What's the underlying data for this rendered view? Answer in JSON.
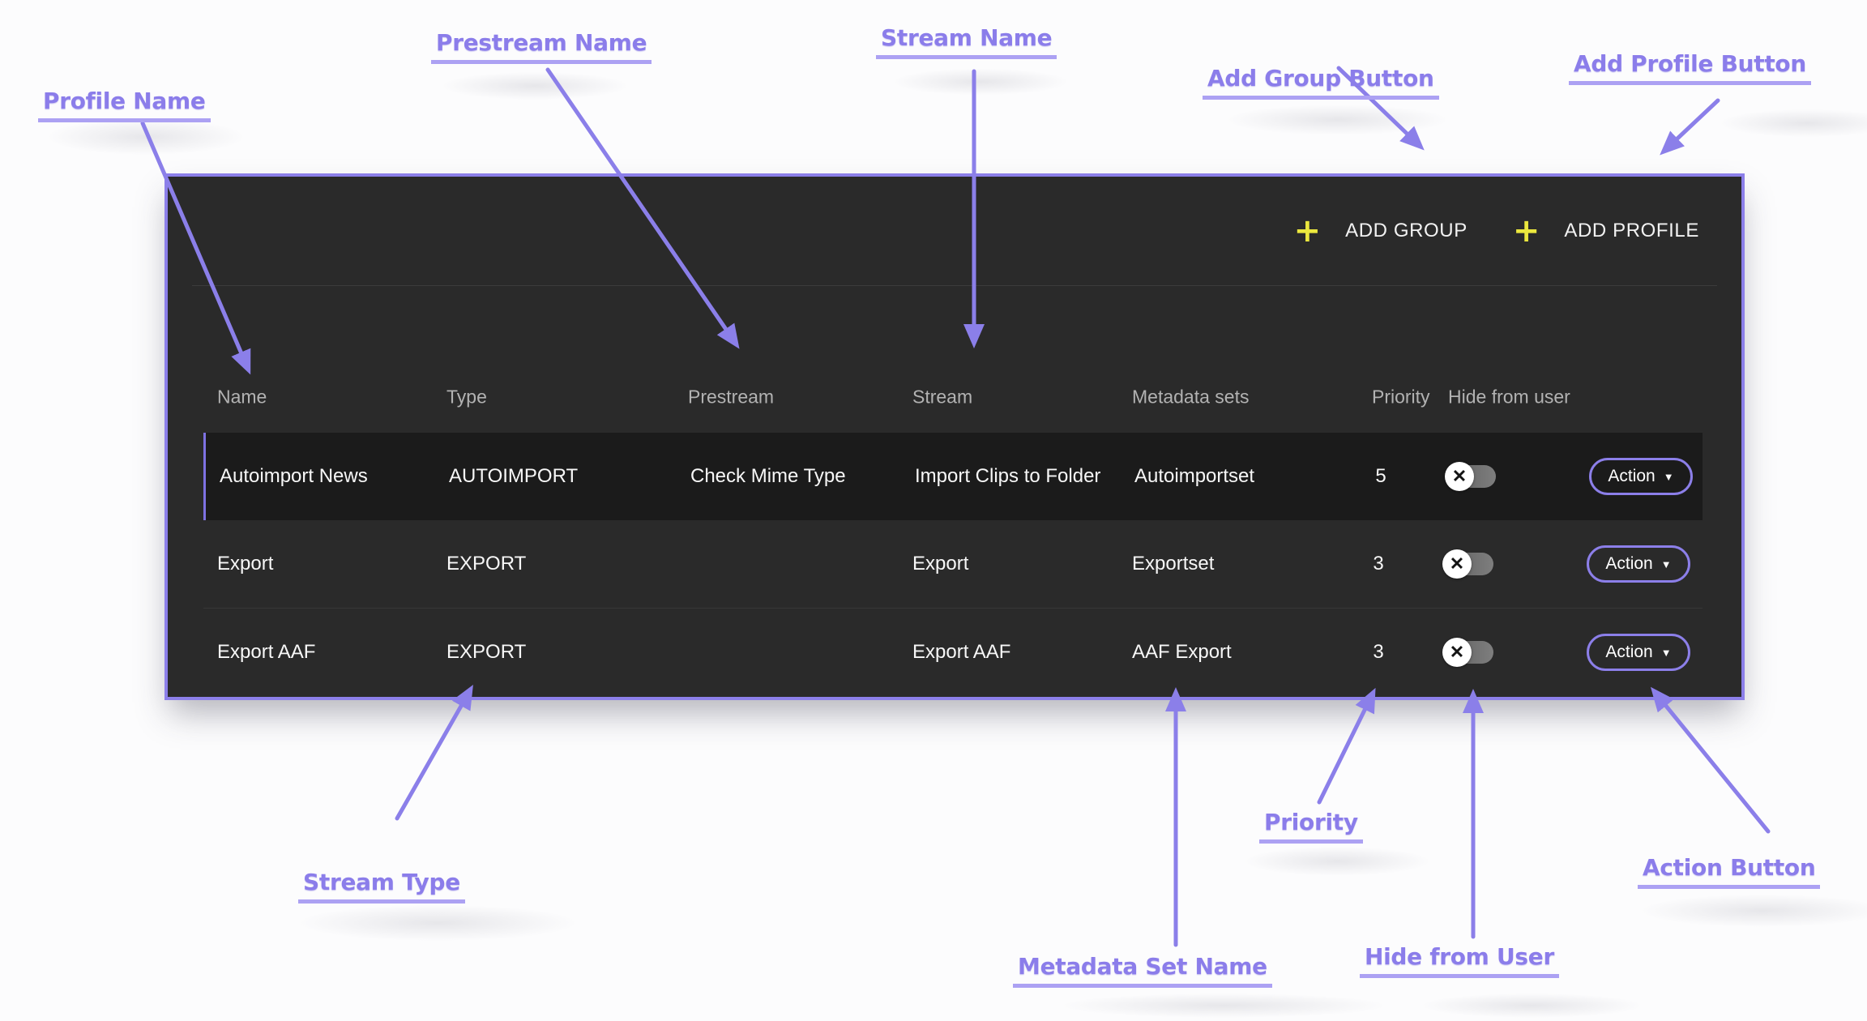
{
  "annotations": {
    "profile_name": "Profile Name",
    "prestream_name": "Prestream Name",
    "stream_name": "Stream Name",
    "add_group": "Add Group Button",
    "add_profile": "Add Profile Button",
    "stream_type": "Stream Type",
    "priority": "Priority",
    "metadata_set": "Metadata Set Name",
    "hide_from_user": "Hide from User",
    "action_button": "Action Button"
  },
  "toolbar": {
    "add_group_label": "ADD GROUP",
    "add_profile_label": "ADD PROFILE"
  },
  "icons": {
    "plus_icon": "+",
    "caret_down_icon": "▼",
    "toggle_x_icon": "✕"
  },
  "table": {
    "headers": {
      "name": "Name",
      "type": "Type",
      "prestream": "Prestream",
      "stream": "Stream",
      "metadata_sets": "Metadata sets",
      "priority": "Priority",
      "hide_from_user": "Hide from user"
    },
    "action_label": "Action",
    "rows": [
      {
        "name": "Autoimport News",
        "type": "AUTOIMPORT",
        "prestream": "Check Mime Type",
        "stream": "Import Clips to Folder",
        "metadata_sets": "Autoimportset",
        "priority": "5"
      },
      {
        "name": "Export",
        "type": "EXPORT",
        "prestream": "",
        "stream": "Export",
        "metadata_sets": "Exportset",
        "priority": "3"
      },
      {
        "name": "Export AAF",
        "type": "EXPORT",
        "prestream": "",
        "stream": "Export AAF",
        "metadata_sets": "AAF Export",
        "priority": "3"
      }
    ]
  },
  "colors": {
    "accent_purple": "#8c7fe9",
    "annotation_purple": "#8b7dea",
    "panel_bg": "#2a2a2a",
    "selected_row_bg": "#1b1b1b",
    "plus_yellow": "#ebe73e",
    "header_text": "#b2b2b2",
    "cell_text": "#f7f7f7"
  }
}
